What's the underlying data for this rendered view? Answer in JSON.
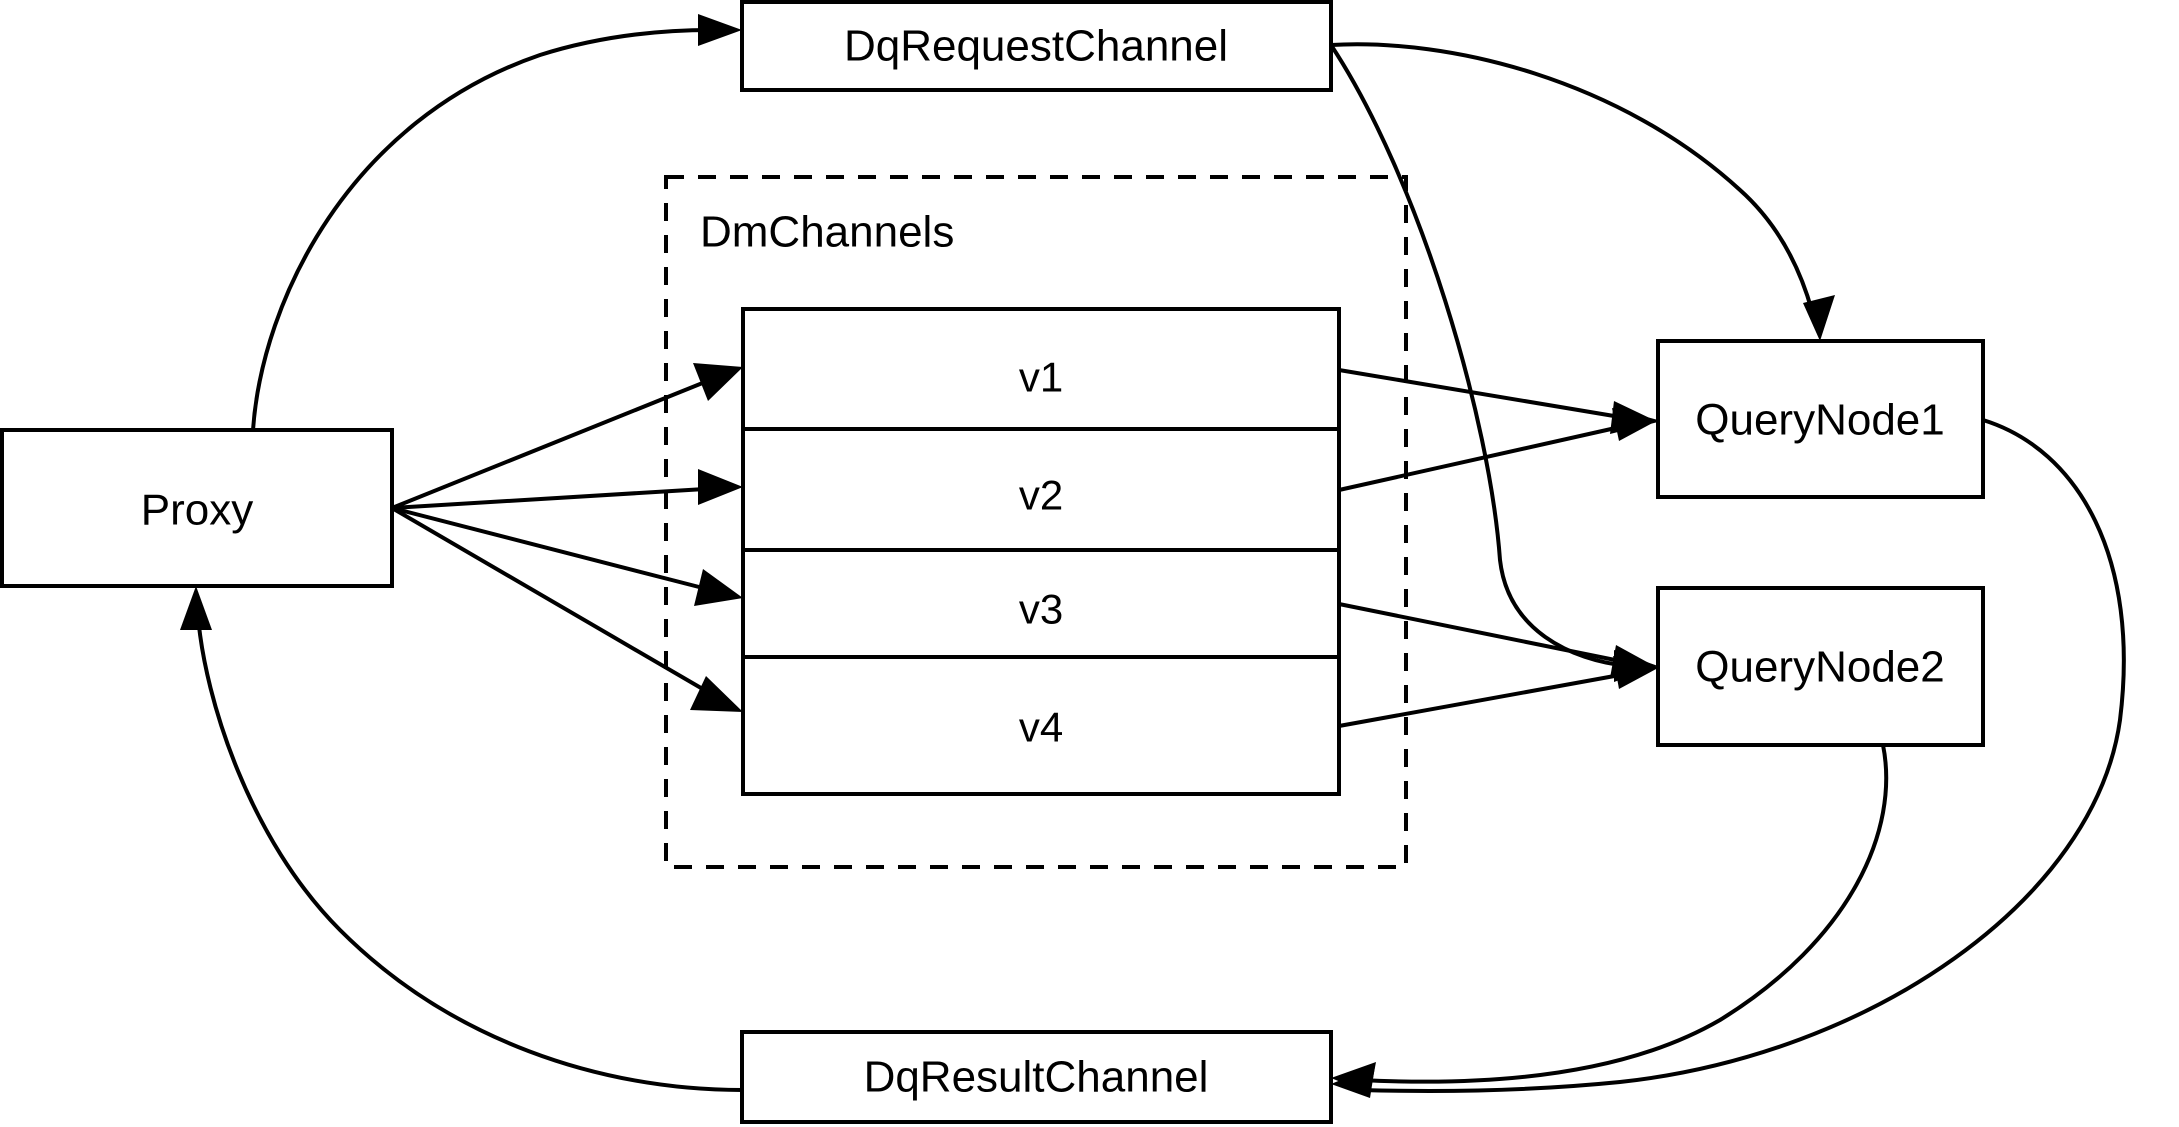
{
  "diagram": {
    "title": "Milvus query request / result channel flow",
    "background_color": "#ffffff",
    "stroke_color": "#000000",
    "nodes": {
      "proxy": {
        "label": "Proxy"
      },
      "dq_request_channel": {
        "label": "DqRequestChannel"
      },
      "dq_result_channel": {
        "label": "DqResultChannel"
      },
      "query_node_1": {
        "label": "QueryNode1"
      },
      "query_node_2": {
        "label": "QueryNode2"
      }
    },
    "group": {
      "label": "DmChannels",
      "style": "dashed"
    },
    "vchannels": [
      {
        "label": "v1"
      },
      {
        "label": "v2"
      },
      {
        "label": "v3"
      },
      {
        "label": "v4"
      }
    ],
    "edges": [
      {
        "from": "Proxy",
        "to": "DqRequestChannel",
        "style": "curved",
        "arrow": "to"
      },
      {
        "from": "Proxy",
        "to": "v1",
        "style": "straight",
        "arrow": "to"
      },
      {
        "from": "Proxy",
        "to": "v2",
        "style": "straight",
        "arrow": "to"
      },
      {
        "from": "Proxy",
        "to": "v3",
        "style": "straight",
        "arrow": "to"
      },
      {
        "from": "Proxy",
        "to": "v4",
        "style": "straight",
        "arrow": "to"
      },
      {
        "from": "DqRequestChannel",
        "to": "QueryNode1",
        "style": "curved",
        "arrow": "to"
      },
      {
        "from": "DqRequestChannel",
        "to": "QueryNode2",
        "style": "curved",
        "arrow": "to"
      },
      {
        "from": "v1",
        "to": "QueryNode1",
        "style": "straight",
        "arrow": "to"
      },
      {
        "from": "v2",
        "to": "QueryNode1",
        "style": "straight",
        "arrow": "to"
      },
      {
        "from": "v3",
        "to": "QueryNode2",
        "style": "straight",
        "arrow": "to"
      },
      {
        "from": "v4",
        "to": "QueryNode2",
        "style": "straight",
        "arrow": "to"
      },
      {
        "from": "QueryNode1",
        "to": "DqResultChannel",
        "style": "curved",
        "arrow": "to"
      },
      {
        "from": "QueryNode2",
        "to": "DqResultChannel",
        "style": "curved",
        "arrow": "to"
      },
      {
        "from": "DqResultChannel",
        "to": "Proxy",
        "style": "curved",
        "arrow": "to"
      }
    ]
  }
}
